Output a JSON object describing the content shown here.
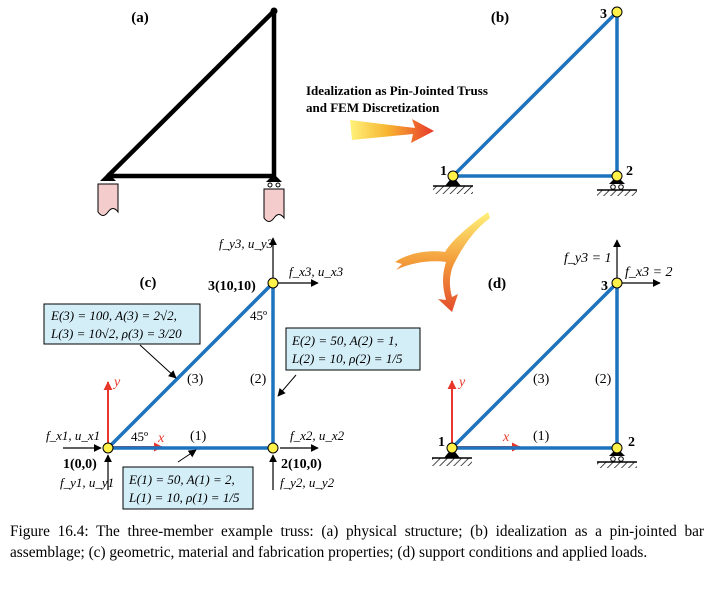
{
  "panels": {
    "a": "(a)",
    "b": "(b)",
    "c": "(c)",
    "d": "(d)"
  },
  "idealization_text": [
    "Idealization as Pin-Jointed Truss",
    "and FEM Discretization"
  ],
  "panel_b": {
    "node1": "1",
    "node2": "2",
    "node3": "3"
  },
  "panel_c": {
    "node1_label": "1(0,0)",
    "node2_label": "2(10,0)",
    "node3_label": "3(10,10)",
    "member1": "(1)",
    "member2": "(2)",
    "member3": "(3)",
    "angle_node3": "45º",
    "angle_node1": "45º",
    "axis_x": "x",
    "axis_y": "y",
    "force_labels": {
      "fy3": "f_y3, u_y3",
      "fx3": "f_x3, u_x3",
      "fx1": "f_x1, u_x1",
      "fy1": "f_y1, u_y1",
      "fx2": "f_x2, u_x2",
      "fy2": "f_y2, u_y2"
    },
    "box_member3": [
      "E(3) = 100, A(3) = 2√2,",
      "L(3) = 10√2, ρ(3) = 3/20"
    ],
    "box_member2": [
      "E(2) = 50, A(2) = 1,",
      "L(2) = 10, ρ(2) = 1/5"
    ],
    "box_member1": [
      "E(1) = 50, A(1) = 2,",
      "L(1) = 10, ρ(1) = 1/5"
    ]
  },
  "panel_d": {
    "node1": "1",
    "node2": "2",
    "node3": "3",
    "member1": "(1)",
    "member2": "(2)",
    "member3": "(3)",
    "axis_x": "x",
    "axis_y": "y",
    "load_fy3": "f_y3 = 1",
    "load_fx3": "f_x3 = 2"
  },
  "caption": "Figure 16.4: The three-member example truss: (a) physical structure; (b) idealization as a pin-jointed bar assemblage; (c) geometric, material and fabrication properties; (d) support conditions and applied loads.",
  "colors": {
    "member_blue": "#1e73be",
    "node_yellow": "#fff04a",
    "box_fill": "#d4eef8",
    "axis_red": "#e8372a",
    "support_pink": "#f5cccc"
  }
}
